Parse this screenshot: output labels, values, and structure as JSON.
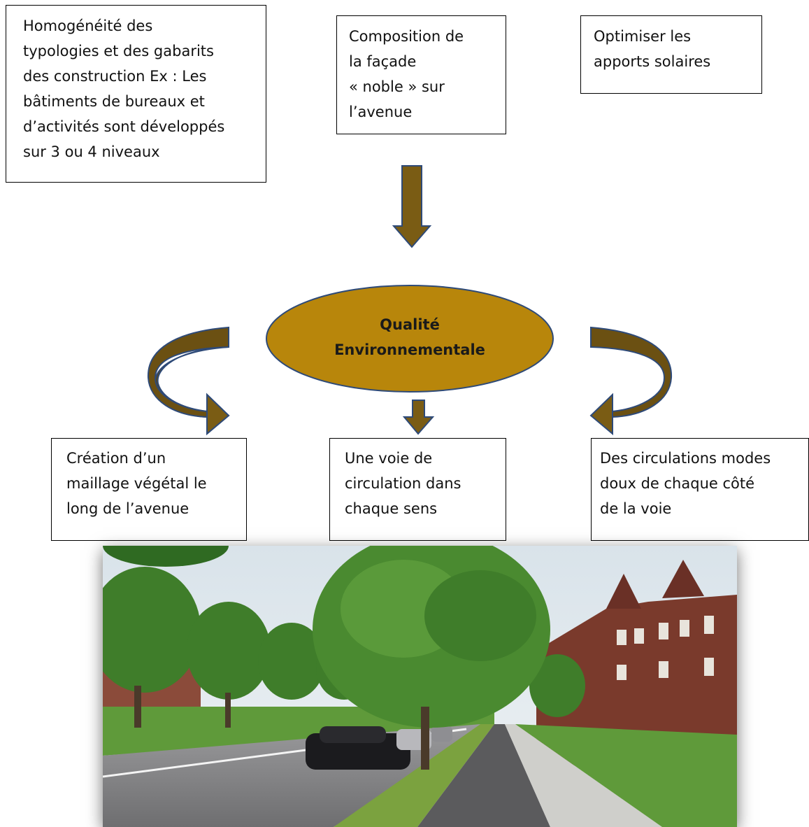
{
  "boxes": {
    "typologies": "Homogénéité des\ntypologies et des gabarits\ndes construction Ex : Les\nbâtiments de bureaux et\nd’activités sont développés\nsur 3 ou 4 niveaux",
    "facade": "Composition de\nla façade\n« noble » sur\nl’avenue",
    "solaire": "Optimiser les\napports solaires",
    "maillage": "Création d’un\nmaillage végétal le\nlong de l’avenue",
    "voie": "Une voie de\ncirculation dans\nchaque sens",
    "circulations": "Des circulations modes\ndoux de chaque côté\nde la voie"
  },
  "center": {
    "line1": "Qualité",
    "line2": "Environnementale"
  },
  "colors": {
    "ellipse_fill": "#b8860b",
    "arrow_fill": "#7a5c14",
    "arrow_stroke": "#2e4a78"
  },
  "photo": {
    "subject": "street-avenue-photo"
  }
}
